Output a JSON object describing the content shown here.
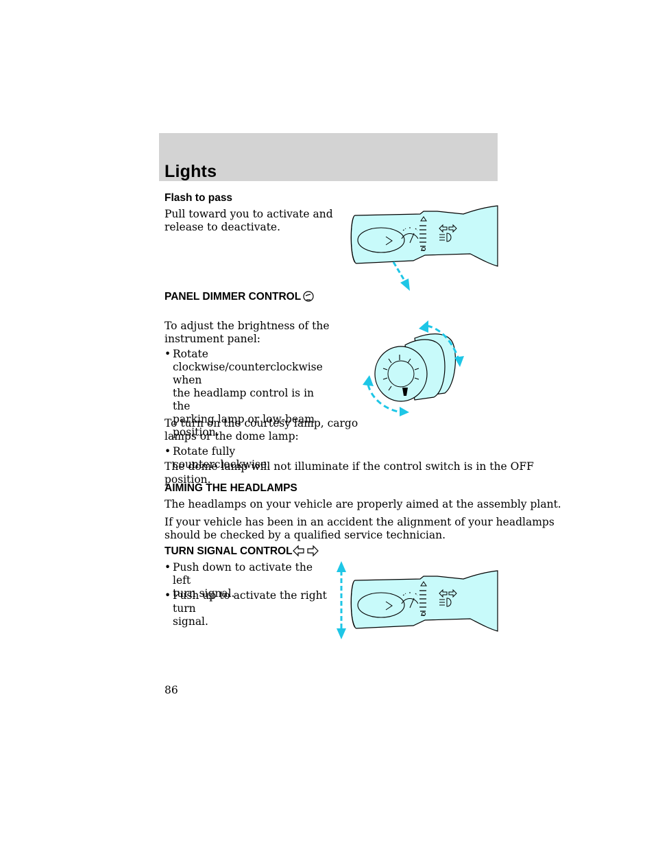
{
  "header": {
    "section_title": "Lights"
  },
  "flash_to_pass": {
    "heading": "Flash to pass",
    "lines": [
      "Pull toward you to activate and",
      "release to deactivate."
    ]
  },
  "panel_dimmer": {
    "heading": "PANEL DIMMER CONTROL",
    "heading_icon": "instrument-panel-icon",
    "intro_lines": [
      "To adjust the brightness of the",
      "instrument panel:"
    ],
    "bullet1": "Rotate\nclockwise/counterclockwise when\nthe headlamp control is in the\nparking lamp or low-beam\nposition.",
    "courtesy_lines": [
      "To turn on the courtesy lamp, cargo",
      "lamps or the dome lamp:"
    ],
    "bullet2": "Rotate fully counterclockwise.",
    "note_lines": [
      "The dome lamp will not illuminate if the control switch is in the OFF",
      "position."
    ]
  },
  "aiming": {
    "heading": "AIMING THE HEADLAMPS",
    "para1": "The headlamps on your vehicle are properly aimed at the assembly plant.",
    "para2_lines": [
      "If your vehicle has been in an accident the alignment of your headlamps",
      "should be checked by a qualified service technician."
    ]
  },
  "turn_signal": {
    "heading": "TURN SIGNAL CONTROL",
    "heading_icon": "turn-signal-arrows-icon",
    "bullet1": "Push down to activate the left\nturn signal.",
    "bullet2": "Push up to activate the right turn\nsignal."
  },
  "footer": {
    "page_number": "86"
  },
  "colors": {
    "illustration_fill": "#c8fafa",
    "arrow": "#1ec6e6",
    "header_band": "#d3d3d3"
  }
}
